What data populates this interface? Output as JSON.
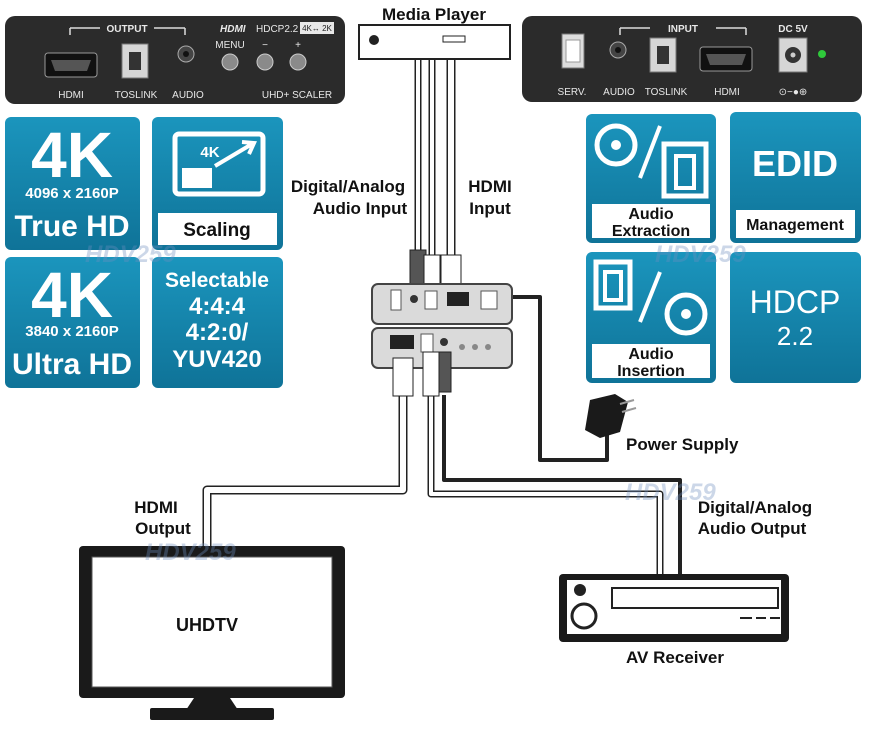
{
  "labels": {
    "media_player": "Media Player",
    "digital_analog_audio_input": [
      "Digital/Analog",
      "Audio Input"
    ],
    "hdmi_input": [
      "HDMI",
      "Input"
    ],
    "power_supply": "Power Supply",
    "digital_analog_audio_output": [
      "Digital/Analog",
      "Audio Output"
    ],
    "hdmi_output": [
      "HDMI",
      "Output"
    ],
    "uhdtv": "UHDTV",
    "av_receiver": "AV Receiver"
  },
  "front_panel": {
    "group_output": "OUTPUT",
    "hdmi_logo": "HDMI",
    "hdcp": "HDCP2.2",
    "res_badge": "4K↔ 2K",
    "ports": [
      "HDMI",
      "TOSLINK",
      "AUDIO"
    ],
    "menu": "MENU",
    "minus": "−",
    "plus": "+",
    "scaler": "UHD+ SCALER"
  },
  "rear_panel": {
    "group_input": "INPUT",
    "dc": "DC 5V",
    "ports": [
      "SERV.",
      "AUDIO",
      "TOSLINK",
      "HDMI"
    ],
    "polarity": "⊙−●⊕"
  },
  "badges": {
    "true_hd": {
      "big": "4K",
      "res": "4096 x 2160P",
      "label": "True HD"
    },
    "scaling": {
      "icon": "4K",
      "label": "Scaling"
    },
    "ultra_hd": {
      "big": "4K",
      "res": "3840 x 2160P",
      "label": "Ultra HD"
    },
    "selectable": [
      "Selectable",
      "4:4:4",
      "4:2:0/",
      "YUV420"
    ],
    "audio_extraction": [
      "Audio",
      "Extraction"
    ],
    "edid": {
      "big": "EDID",
      "label": "Management"
    },
    "audio_insertion": [
      "Audio",
      "Insertion"
    ],
    "hdcp": {
      "big": "HDCP",
      "sub": "2.2"
    }
  },
  "watermark": "HDV259",
  "colors": {
    "panel": "#2b2b2b",
    "badge_blue": "#1583a8",
    "badge_dark": "#0f6f91",
    "cable": "#ffffff",
    "cable_edge": "#222222"
  }
}
